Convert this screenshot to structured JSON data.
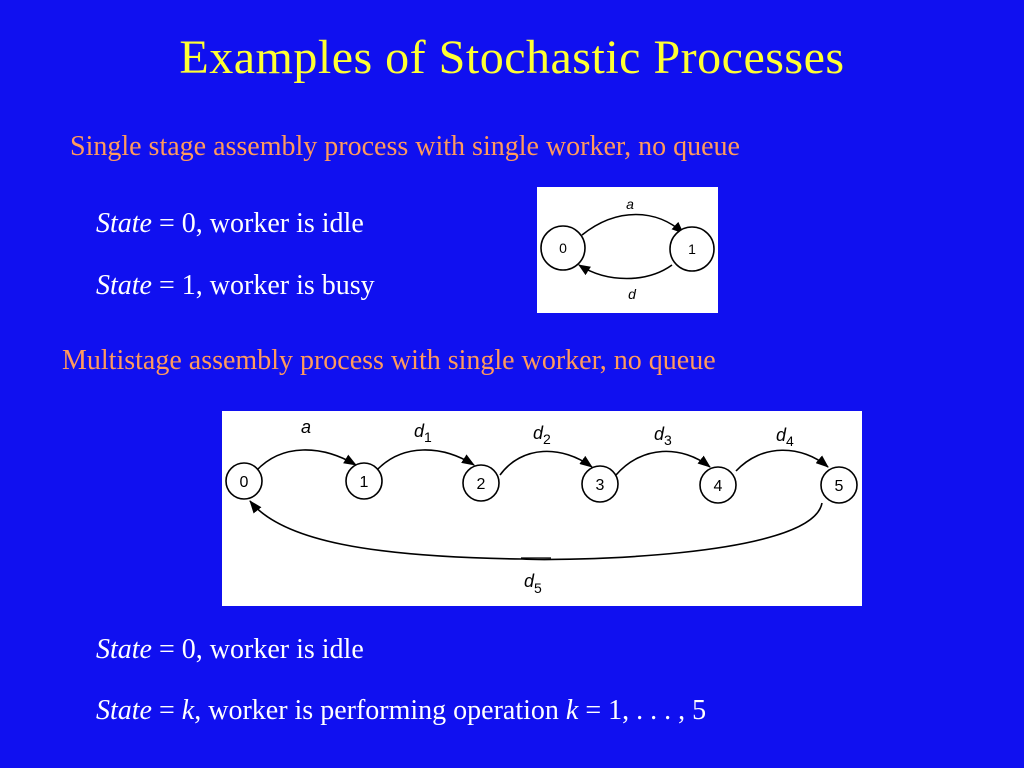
{
  "slide": {
    "title": "Examples of Stochastic Processes",
    "background_color": "#1010f0",
    "title_color": "#ffff33",
    "subheading_color": "#ff9a5c"
  },
  "section1": {
    "heading": "Single stage assembly process with single worker, no queue",
    "lines": [
      {
        "var": "State",
        "eq": " = ",
        "val": "0",
        "rest": ", worker is idle"
      },
      {
        "var": "State",
        "eq": " = ",
        "val": "1",
        "rest": ", worker is busy"
      }
    ],
    "diagram": {
      "nodes": [
        "0",
        "1"
      ],
      "edges": [
        {
          "from": "0",
          "to": "1",
          "label": "a",
          "sub": ""
        },
        {
          "from": "1",
          "to": "0",
          "label": "d",
          "sub": ""
        }
      ]
    }
  },
  "section2": {
    "heading": "Multistage assembly process with single worker, no queue",
    "diagram": {
      "nodes": [
        "0",
        "1",
        "2",
        "3",
        "4",
        "5"
      ],
      "edges": [
        {
          "from": "0",
          "to": "1",
          "label": "a",
          "sub": ""
        },
        {
          "from": "1",
          "to": "2",
          "label": "d",
          "sub": "1"
        },
        {
          "from": "2",
          "to": "3",
          "label": "d",
          "sub": "2"
        },
        {
          "from": "3",
          "to": "4",
          "label": "d",
          "sub": "3"
        },
        {
          "from": "4",
          "to": "5",
          "label": "d",
          "sub": "4"
        },
        {
          "from": "5",
          "to": "0",
          "label": "d",
          "sub": "5"
        }
      ]
    },
    "lines": [
      {
        "var": "State",
        "eq": " = ",
        "val": "0",
        "rest": ", worker is idle"
      },
      {
        "var": "State",
        "eq": " = ",
        "val": "k",
        "rest": ", worker is performing operation ",
        "var2": "k",
        "rest2": " = 1, . . . , 5"
      }
    ]
  }
}
